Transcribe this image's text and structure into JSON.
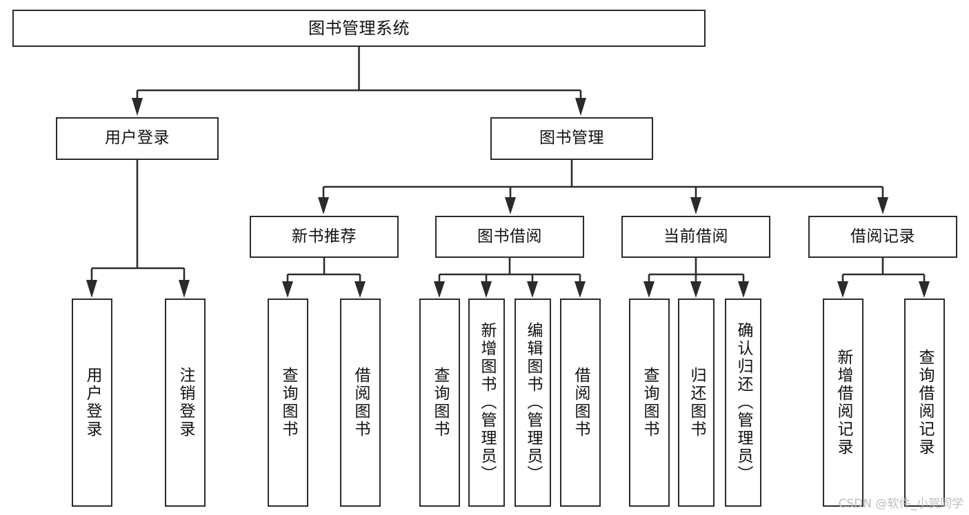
{
  "diagram": {
    "title": "图书管理系统",
    "type": "tree-hierarchy-diagram",
    "colors": {
      "box_border": "#2b2b2b",
      "box_fill": "#ffffff",
      "edge": "#2b2b2b",
      "text": "#111111",
      "watermark": "#bdbdbd",
      "background": "#ffffff"
    }
  },
  "watermark": {
    "text": "CSDN @软件_小贺同学"
  },
  "nodes": {
    "root": {
      "label": "图书管理系统"
    },
    "level2": [
      {
        "id": "user-login",
        "label": "用户登录"
      },
      {
        "id": "book-management",
        "label": "图书管理"
      }
    ],
    "level3": [
      {
        "id": "new-book-recommend",
        "label": "新书推荐"
      },
      {
        "id": "book-borrow",
        "label": "图书借阅"
      },
      {
        "id": "current-borrow",
        "label": "当前借阅"
      },
      {
        "id": "borrow-record",
        "label": "借阅记录"
      }
    ],
    "leaves": {
      "user-login": [
        {
          "id": "leaf-user-login",
          "label": "用户登录"
        },
        {
          "id": "leaf-logout",
          "label": "注销登录"
        }
      ],
      "new-book-recommend": [
        {
          "id": "leaf-query-book-1",
          "label": "查询图书"
        },
        {
          "id": "leaf-borrow-book-1",
          "label": "借阅图书"
        }
      ],
      "book-borrow": [
        {
          "id": "leaf-query-book-2",
          "label": "查询图书"
        },
        {
          "id": "leaf-add-book",
          "label": "新增图书（管理员）"
        },
        {
          "id": "leaf-edit-book",
          "label": "编辑图书（管理员）"
        },
        {
          "id": "leaf-borrow-book-2",
          "label": "借阅图书"
        }
      ],
      "current-borrow": [
        {
          "id": "leaf-query-book-3",
          "label": "查询图书"
        },
        {
          "id": "leaf-return-book",
          "label": "归还图书"
        },
        {
          "id": "leaf-confirm-return",
          "label": "确认归还（管理员）"
        }
      ],
      "borrow-record": [
        {
          "id": "leaf-add-record",
          "label": "新增借阅记录"
        },
        {
          "id": "leaf-query-record",
          "label": "查询借阅记录"
        }
      ]
    }
  }
}
